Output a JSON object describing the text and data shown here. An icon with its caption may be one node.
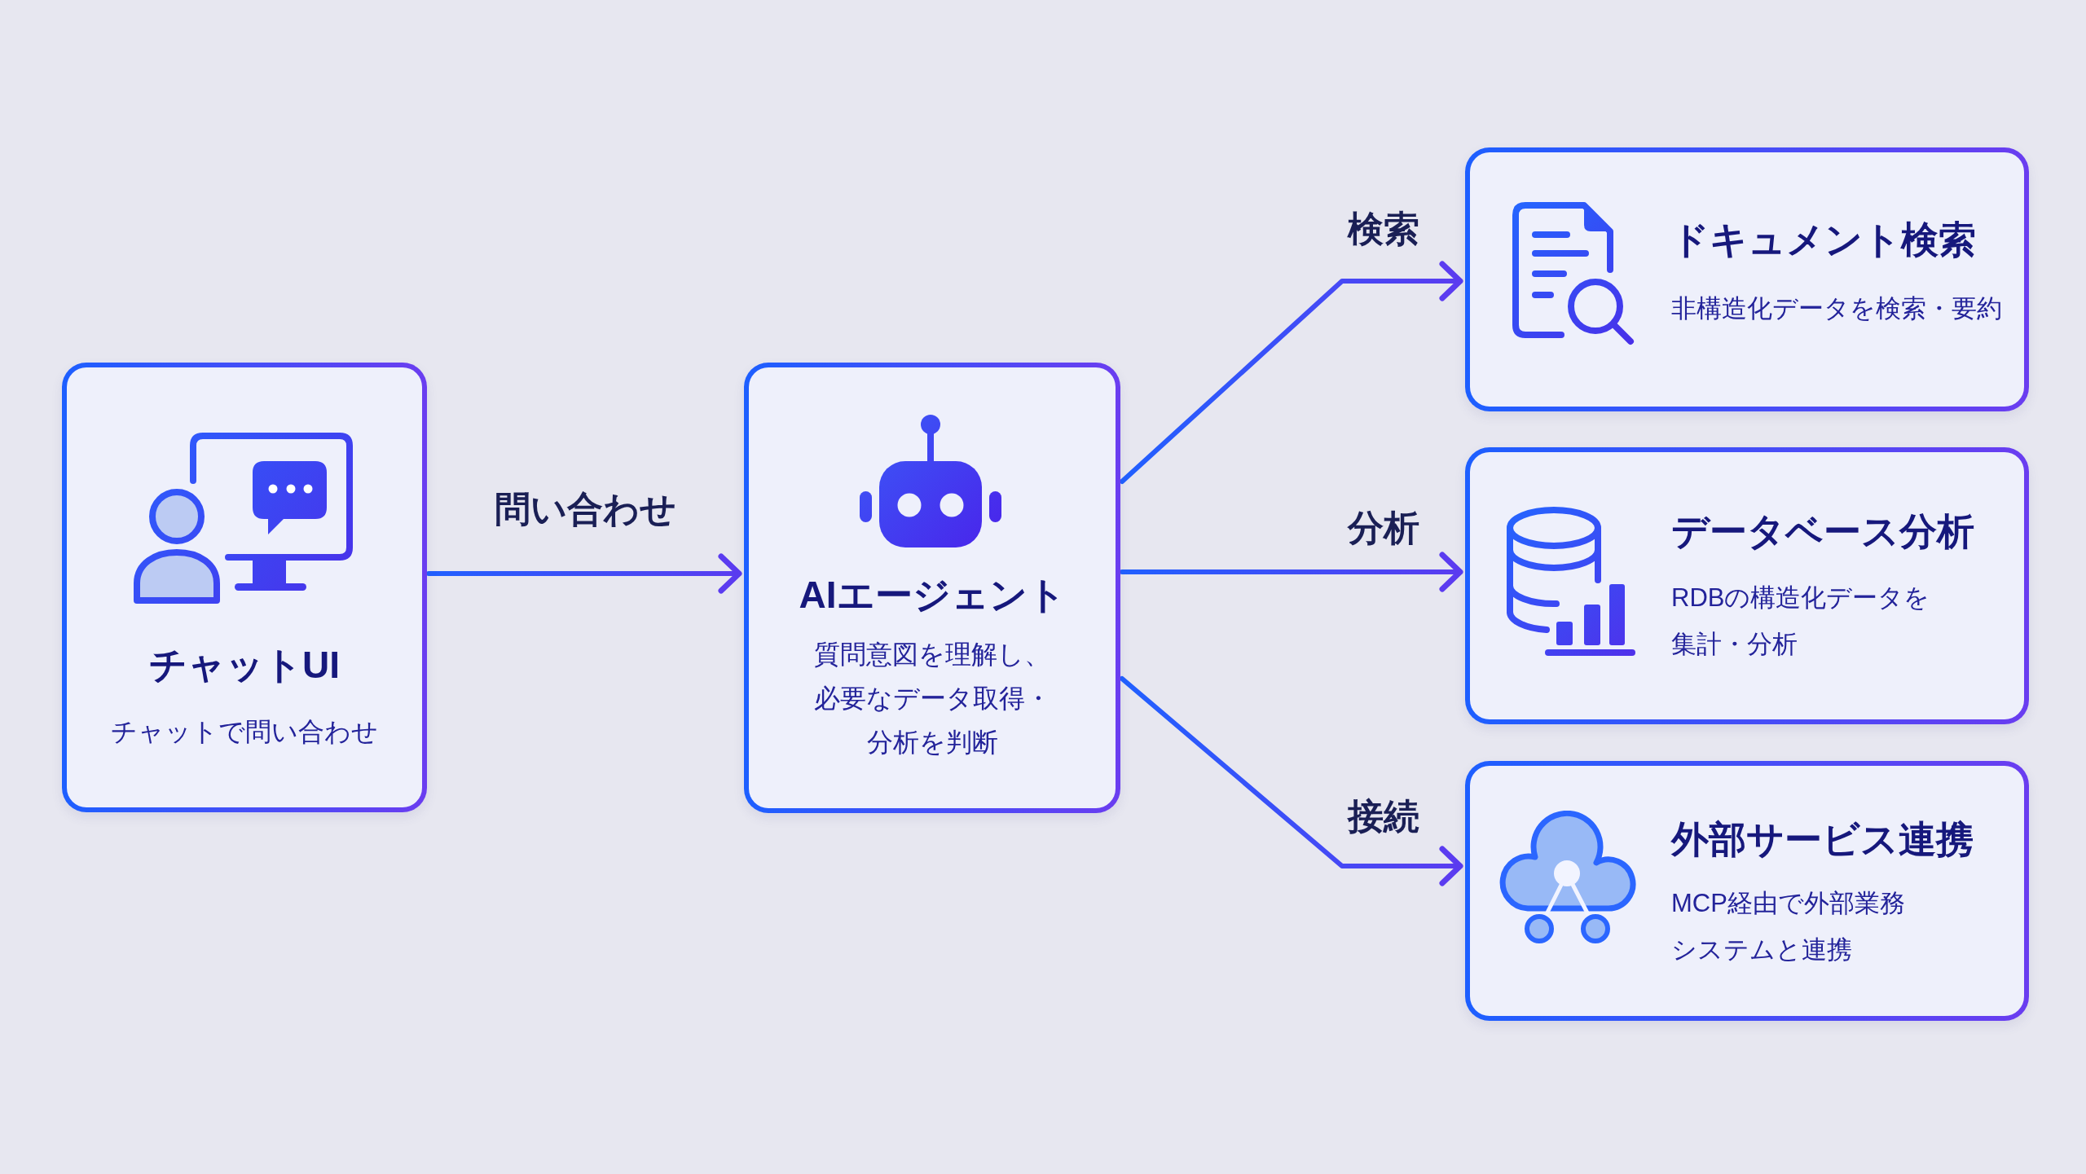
{
  "diagram": {
    "nodes": [
      {
        "text": [
          "チャットUI",
          "チャットで問い合わせ"
        ]
      },
      {
        "text": [
          "AIエージェント",
          "質問意図を理解し、必要なデータ取得・分析を判断"
        ]
      },
      {
        "text": [
          "ドキュメント検索",
          "非構造化データを検索・要約"
        ]
      },
      {
        "text": [
          "データベース分析",
          "RDBの構造化データを集計・分析"
        ]
      },
      {
        "text": [
          "外部サービス連携",
          "MCP経由で外部業務システムと連携"
        ]
      }
    ],
    "edges": [
      {
        "from": 0,
        "to": 1,
        "arrow": "to",
        "label": "問い合わせ"
      },
      {
        "from": 1,
        "to": 2,
        "arrow": "to",
        "label": "検索"
      },
      {
        "from": 1,
        "to": 3,
        "arrow": "to",
        "label": "分析"
      },
      {
        "from": 1,
        "to": 4,
        "arrow": "to",
        "label": "接続"
      }
    ]
  }
}
